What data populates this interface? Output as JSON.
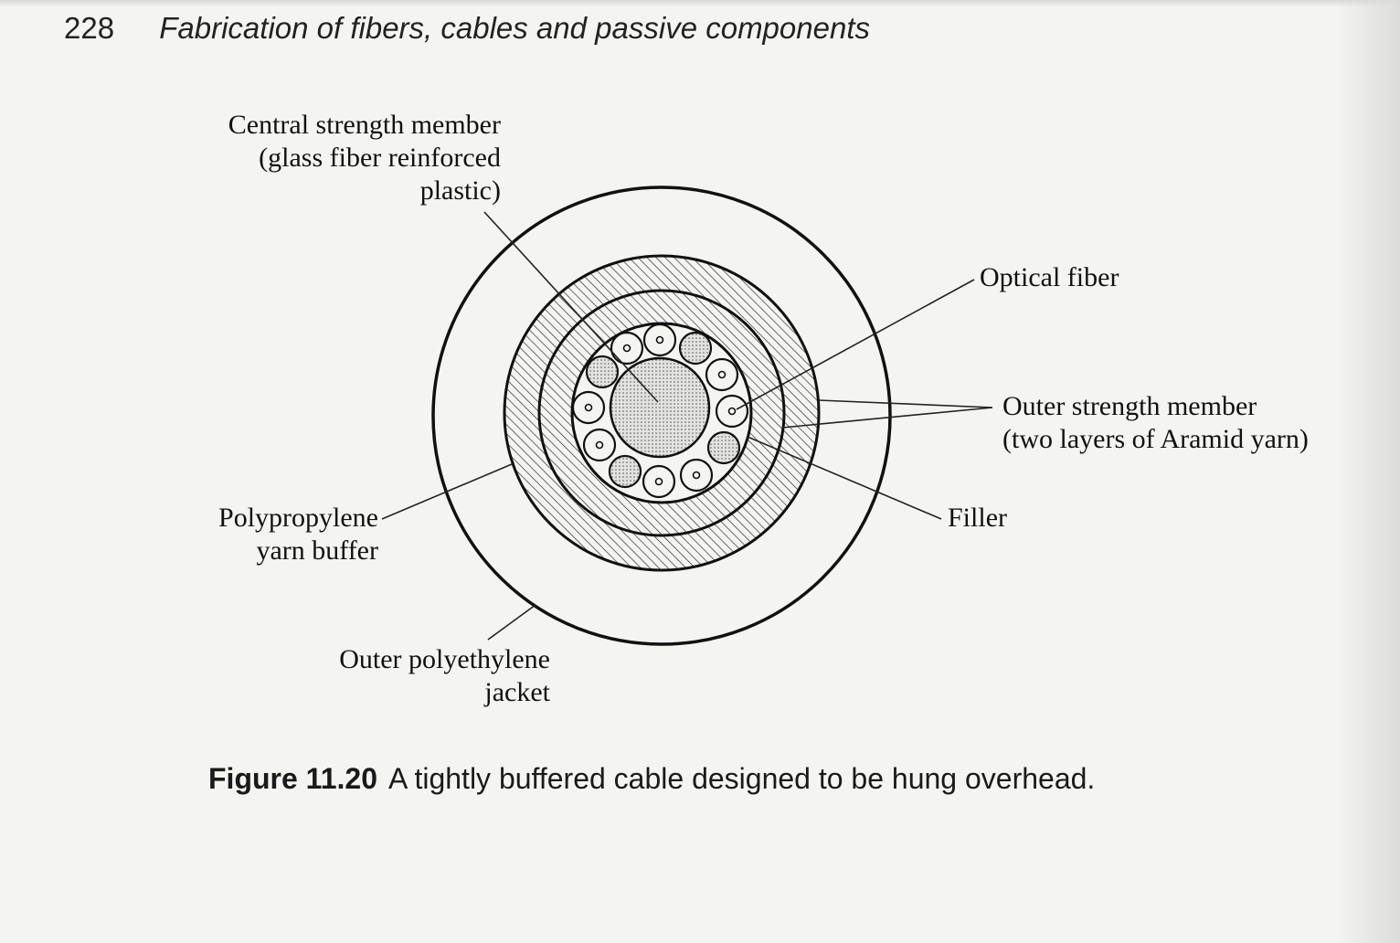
{
  "header": {
    "page_number": "228",
    "chapter_title": "Fabrication of fibers, cables and passive components"
  },
  "figure": {
    "labels": {
      "central_strength_member": [
        "Central strength member",
        "(glass fiber reinforced",
        "plastic)"
      ],
      "optical_fiber": [
        "Optical fiber"
      ],
      "outer_strength_member": [
        "Outer strength member",
        "(two layers of Aramid yarn)"
      ],
      "filler": [
        "Filler"
      ],
      "polypropylene_buffer": [
        "Polypropylene",
        "yarn buffer"
      ],
      "outer_jacket": [
        "Outer polyethylene",
        "jacket"
      ]
    },
    "caption_number": "Figure 11.20",
    "caption_text": "A tightly buffered cable designed to be hung overhead."
  }
}
